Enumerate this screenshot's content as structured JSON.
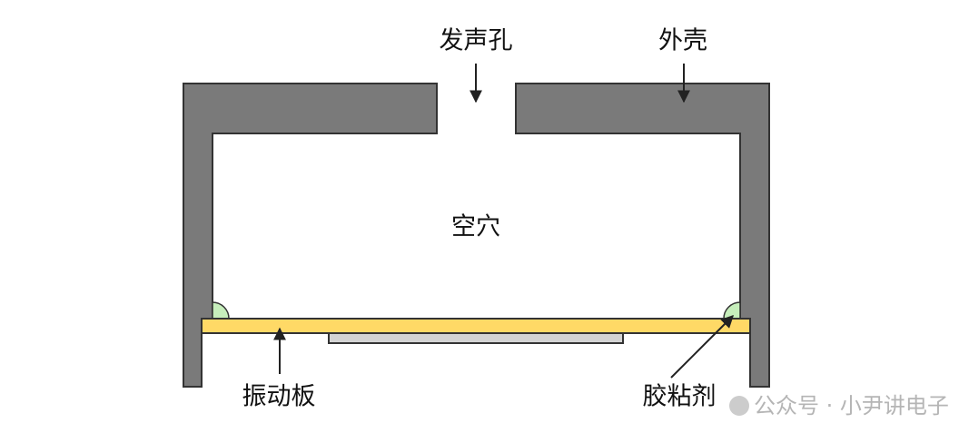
{
  "labels": {
    "sound_hole": "发声孔",
    "housing": "外壳",
    "cavity": "空穴",
    "diaphragm": "振动板",
    "adhesive": "胶粘剂"
  },
  "watermark": "公众号 · 小尹讲电子",
  "colors": {
    "housing": "#7a7a7a",
    "diaphragm": "#ffd966",
    "electrode": "#d3d3d3",
    "adhesive": "#c6eebb",
    "stroke": "#333333"
  }
}
